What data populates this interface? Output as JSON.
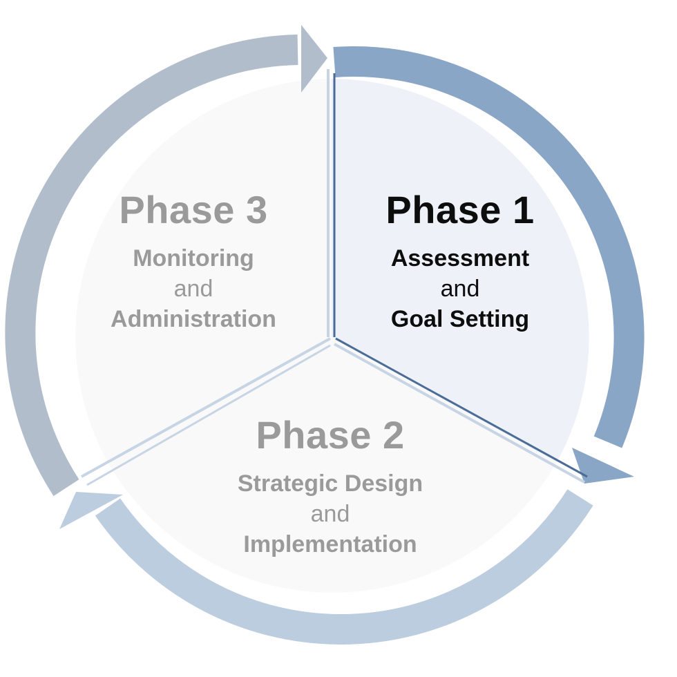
{
  "diagram": {
    "phases": [
      {
        "title": "Phase 1",
        "line1": "Assessment",
        "joiner": "and",
        "line2": "Goal Setting",
        "state": "active"
      },
      {
        "title": "Phase 2",
        "line1": "Strategic Design",
        "joiner": "and",
        "line2": "Implementation",
        "state": "inactive"
      },
      {
        "title": "Phase 3",
        "line1": "Monitoring",
        "joiner": "and",
        "line2": "Administration",
        "state": "inactive"
      }
    ],
    "colors": {
      "active_text": "#0d0d0d",
      "inactive_text": "#9a9a9a",
      "arrow_phase1": "#8aa6c6",
      "arrow_phase2": "#bccde0",
      "arrow_phase3": "#b1bdcb",
      "sector_active_fill": "#eef1f8",
      "sector_inactive_fill": "#f9f9fa",
      "divider_active": "#4a6c96",
      "divider_inactive": "#c7d4e4"
    }
  }
}
